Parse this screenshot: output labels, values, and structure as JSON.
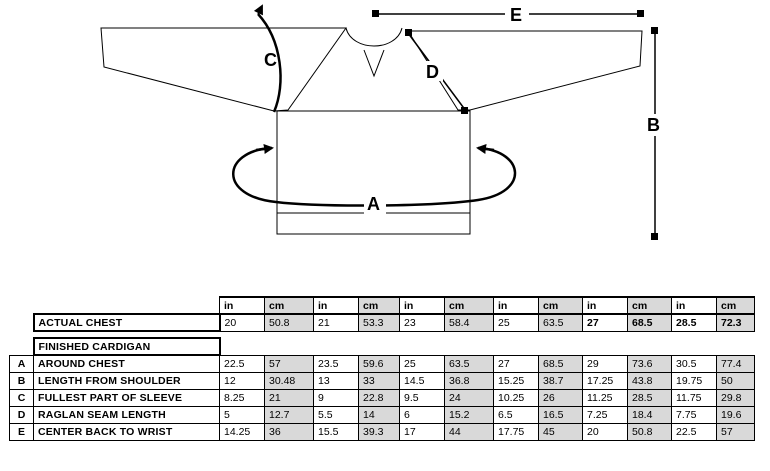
{
  "diagram": {
    "letters": {
      "a": "A",
      "b": "B",
      "c": "C",
      "d": "D",
      "e": "E"
    }
  },
  "table": {
    "units": [
      "in",
      "cm",
      "in",
      "cm",
      "in",
      "cm",
      "in",
      "cm",
      "in",
      "cm",
      "in",
      "cm"
    ],
    "actual_chest": {
      "label": "ACTUAL CHEST",
      "values": [
        "20",
        "50.8",
        "21",
        "53.3",
        "23",
        "58.4",
        "25",
        "63.5",
        "27",
        "68.5",
        "28.5",
        "72.3"
      ]
    },
    "section_title": "FINISHED CARDIGAN",
    "rows": [
      {
        "key": "A",
        "label": "AROUND CHEST",
        "values": [
          "22.5",
          "57",
          "23.5",
          "59.6",
          "25",
          "63.5",
          "27",
          "68.5",
          "29",
          "73.6",
          "30.5",
          "77.4"
        ]
      },
      {
        "key": "B",
        "label": "LENGTH FROM SHOULDER",
        "values": [
          "12",
          "30.48",
          "13",
          "33",
          "14.5",
          "36.8",
          "15.25",
          "38.7",
          "17.25",
          "43.8",
          "19.75",
          "50"
        ]
      },
      {
        "key": "C",
        "label": "FULLEST PART OF SLEEVE",
        "values": [
          "8.25",
          "21",
          "9",
          "22.8",
          "9.5",
          "24",
          "10.25",
          "26",
          "11.25",
          "28.5",
          "11.75",
          "29.8"
        ]
      },
      {
        "key": "D",
        "label": "RAGLAN SEAM LENGTH",
        "values": [
          "5",
          "12.7",
          "5.5",
          "14",
          "6",
          "15.2",
          "6.5",
          "16.5",
          "7.25",
          "18.4",
          "7.75",
          "19.6"
        ]
      },
      {
        "key": "E",
        "label": "CENTER BACK TO WRIST",
        "values": [
          "14.25",
          "36",
          "15.5",
          "39.3",
          "17",
          "44",
          "17.75",
          "45",
          "20",
          "50.8",
          "22.5",
          "57"
        ]
      }
    ]
  }
}
